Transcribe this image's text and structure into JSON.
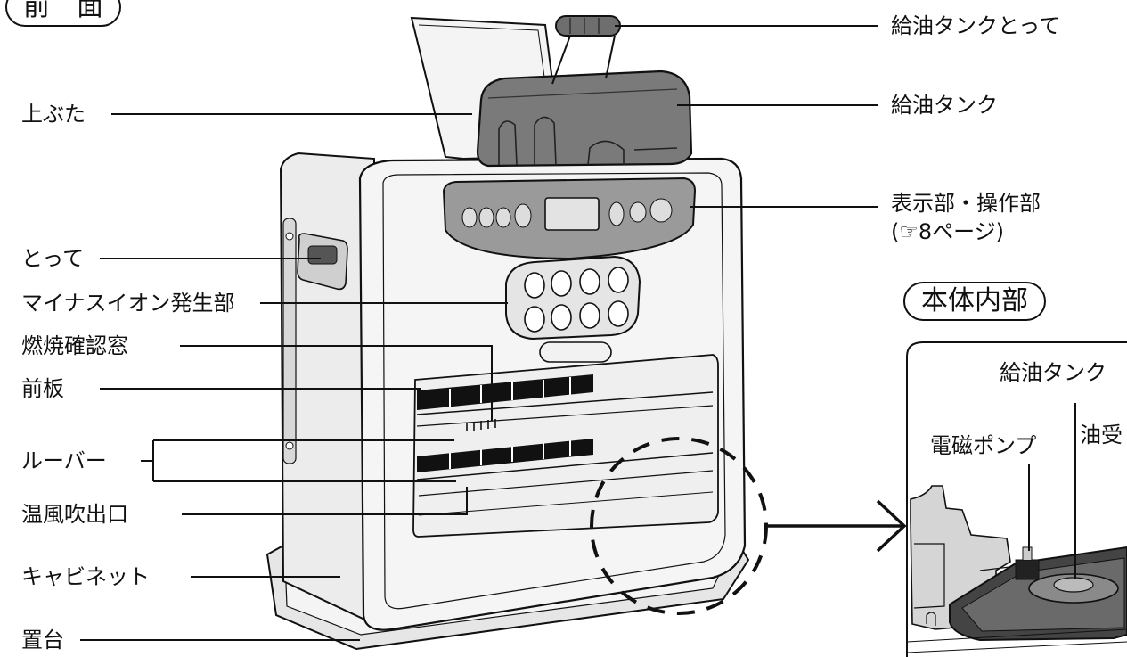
{
  "section_titles": {
    "front": "前　面",
    "inside": "本体内部"
  },
  "left_labels": [
    "上ぶた",
    "とって",
    "マイナスイオン発生部",
    "燃焼確認窓",
    "前板",
    "ルーバー",
    "温風吹出口",
    "キャビネット",
    "置台"
  ],
  "right_labels": {
    "tank_handle": "給油タンクとって",
    "tank": "給油タンク",
    "display_panel": "表示部・操作部",
    "display_panel_ref": "(☞8ページ)"
  },
  "inside_labels": {
    "tank": "給油タンク",
    "pump": "電磁ポンプ",
    "oil_receiver": "油受"
  },
  "colors": {
    "line": "#111111",
    "tank_fill": "#777777",
    "panel_fill": "#9a9a9a",
    "body_fill": "#f2f2f2",
    "inner_fill": "#d9d9d9"
  }
}
